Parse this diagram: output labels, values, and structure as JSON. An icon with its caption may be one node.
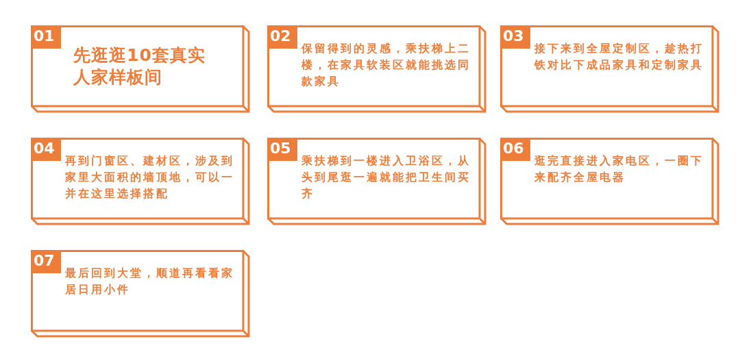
{
  "diagram": {
    "nodes": [
      {
        "text": [
          "01",
          "先逛逛10套真实人家样板间"
        ]
      },
      {
        "text": [
          "02",
          "保留得到的灵感，乘扶梯上二楼，在家具软装区就能挑选同款家具"
        ]
      },
      {
        "text": [
          "03",
          "接下来到全屋定制区，趁热打铁对比下成品家具和定制家具"
        ]
      },
      {
        "text": [
          "04",
          "再到门窗区、建材区，涉及到家里大面积的墙顶地，可以一并在这里选择搭配"
        ]
      },
      {
        "text": [
          "05",
          "乘扶梯到一楼进入卫浴区，从头到尾逛一遍就能把卫生间买齐"
        ]
      },
      {
        "text": [
          "06",
          "逛完直接进入家电区，一圈下来配齐全屋电器"
        ]
      },
      {
        "text": [
          "07",
          "最后回到大堂，顺道再看看家居日用小件"
        ]
      }
    ]
  }
}
